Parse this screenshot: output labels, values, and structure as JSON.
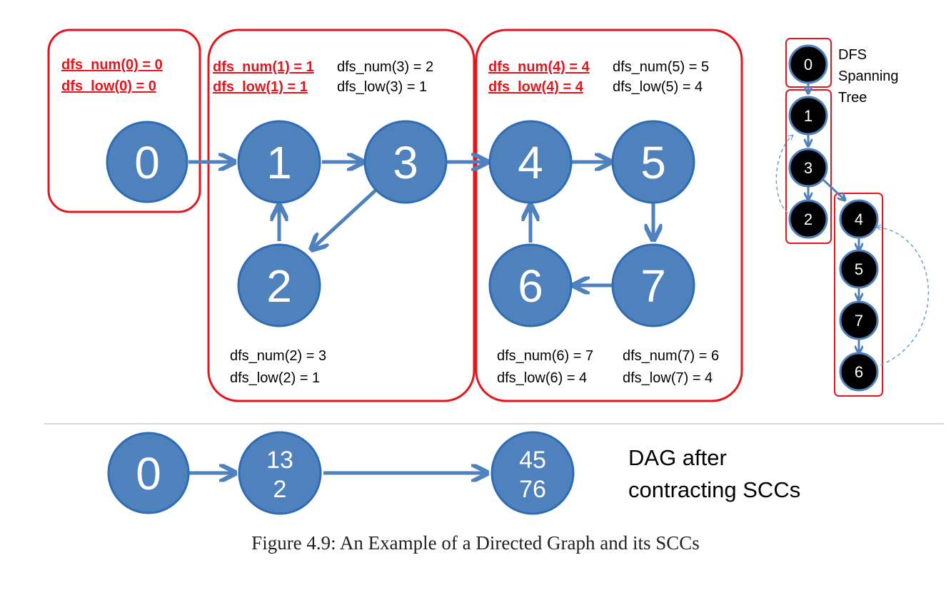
{
  "main_graph": {
    "nodes": [
      "0",
      "1",
      "3",
      "2",
      "4",
      "5",
      "6",
      "7"
    ],
    "labels": {
      "n0_num": "dfs_num(0) = 0",
      "n0_low": "dfs_low(0) = 0",
      "n1_num": "dfs_num(1) = 1",
      "n1_low": "dfs_low(1) = 1",
      "n3_num": "dfs_num(3) = 2",
      "n3_low": "dfs_low(3) = 1",
      "n4_num": "dfs_num(4) = 4",
      "n4_low": "dfs_low(4) = 4",
      "n5_num": "dfs_num(5) = 5",
      "n5_low": "dfs_low(5) = 4",
      "n2_num": "dfs_num(2) = 3",
      "n2_low": "dfs_low(2) = 1",
      "n6_num": "dfs_num(6) = 7",
      "n6_low": "dfs_low(6) = 4",
      "n7_num": "dfs_num(7) = 6",
      "n7_low": "dfs_low(7) = 4"
    }
  },
  "spanning_tree": {
    "title_line1": "DFS",
    "title_line2": "Spanning",
    "title_line3": "Tree",
    "nodes": [
      "0",
      "1",
      "3",
      "2",
      "4",
      "5",
      "7",
      "6"
    ]
  },
  "dag": {
    "nodes": [
      {
        "line1": "0",
        "line2": ""
      },
      {
        "line1": "13",
        "line2": "2"
      },
      {
        "line1": "45",
        "line2": "76"
      }
    ],
    "title_line1": "DAG after",
    "title_line2": "contracting SCCs"
  },
  "caption": "Figure 4.9: An Example of a Directed Graph and its SCCs",
  "colors": {
    "node_fill": "#4f81bd",
    "node_stroke": "#2e6db4",
    "scc_box": "#e8141b",
    "tree_node": "#000000",
    "edge": "#4f81bd"
  }
}
